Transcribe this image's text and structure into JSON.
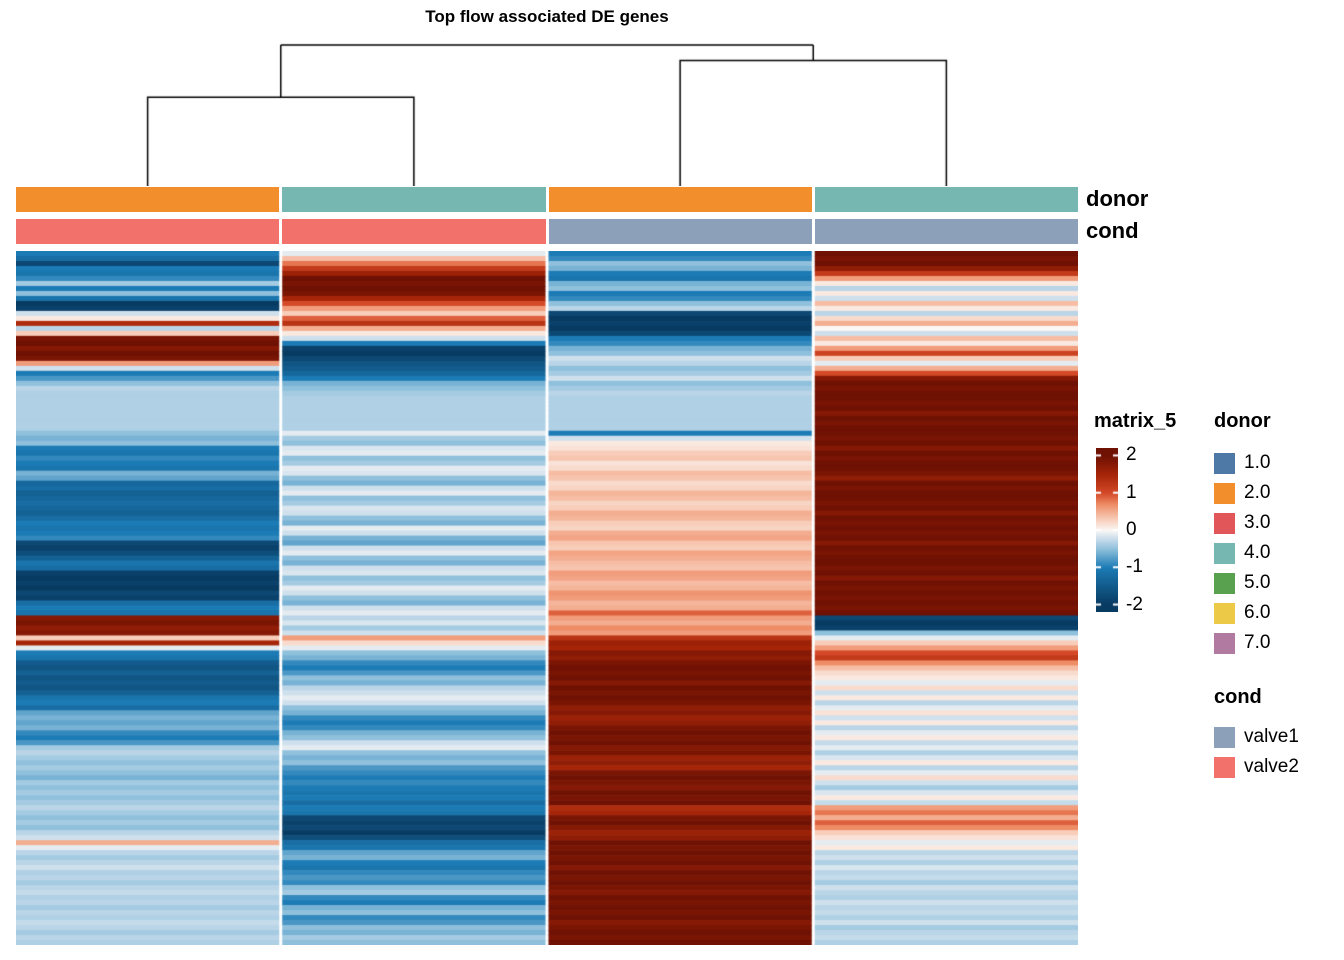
{
  "title": "Top flow associated DE genes",
  "row_annotation_labels": {
    "donor": "donor",
    "cond": "cond"
  },
  "legends": {
    "matrix": {
      "title": "matrix_5",
      "ticks": [
        "2",
        "1",
        "0",
        "-1",
        "-2"
      ]
    },
    "donor": {
      "title": "donor",
      "items": [
        {
          "label": "1.0",
          "color": "#4E79A7"
        },
        {
          "label": "2.0",
          "color": "#F28E2B"
        },
        {
          "label": "3.0",
          "color": "#E15759"
        },
        {
          "label": "4.0",
          "color": "#76B7B2"
        },
        {
          "label": "5.0",
          "color": "#59A14F"
        },
        {
          "label": "6.0",
          "color": "#EDC948"
        },
        {
          "label": "7.0",
          "color": "#B07AA1"
        }
      ]
    },
    "cond": {
      "title": "cond",
      "items": [
        {
          "label": "valve1",
          "color": "#8CA0BA"
        },
        {
          "label": "valve2",
          "color": "#F2716A"
        }
      ]
    }
  },
  "chart_data": {
    "type": "heatmap",
    "title": "Top flow associated DE genes",
    "value_name": "matrix_5",
    "value_range": [
      -2,
      2
    ],
    "n_rows": 139,
    "n_cols": 4,
    "legend_position": "right",
    "column_annotations": {
      "donor": [
        {
          "value": "2.0",
          "color": "#F28E2B"
        },
        {
          "value": "4.0",
          "color": "#76B7B2"
        },
        {
          "value": "2.0",
          "color": "#F28E2B"
        },
        {
          "value": "4.0",
          "color": "#76B7B2"
        }
      ],
      "cond": [
        {
          "value": "valve2",
          "color": "#F2716A"
        },
        {
          "value": "valve2",
          "color": "#F2716A"
        },
        {
          "value": "valve1",
          "color": "#8CA0BA"
        },
        {
          "value": "valve1",
          "color": "#8CA0BA"
        }
      ]
    },
    "dendrogram": {
      "left_pair_height": 0.63,
      "right_pair_height": 0.89,
      "root_height": 1.0
    },
    "color_scale": {
      "stops": [
        [
          -2,
          "#083B62"
        ],
        [
          -1,
          "#1C7BB5"
        ],
        [
          -0.5,
          "#8FC0DC"
        ],
        [
          -0.2,
          "#CFE0ED"
        ],
        [
          0,
          "#FAF7F5"
        ],
        [
          0.3,
          "#F8CDB9"
        ],
        [
          0.7,
          "#EE8C66"
        ],
        [
          1,
          "#D44A28"
        ],
        [
          1.5,
          "#A62508"
        ],
        [
          2,
          "#6F1103"
        ]
      ]
    },
    "values_by_column": [
      [
        -1,
        -1.2,
        -1.8,
        -1,
        -1.1,
        -0.9,
        -0.4,
        -1,
        -0.5,
        -1.1,
        -2,
        -1.9,
        -0.2,
        0.1,
        1.4,
        -0.3,
        0.3,
        1.9,
        2,
        1.8,
        2,
        1.9,
        0.6,
        -0.2,
        -1,
        -0.8,
        -0.5,
        -0.3,
        -0.35,
        -0.35,
        -0.35,
        -0.35,
        -0.35,
        -0.35,
        -0.35,
        -0.35,
        -0.5,
        -0.6,
        -0.5,
        -1,
        -1.1,
        -0.9,
        -1,
        -1.1,
        -0.6,
        -0.7,
        -1.3,
        -1.2,
        -1.4,
        -1.3,
        -1.2,
        -1.3,
        -1.4,
        -1.2,
        -1,
        -1.1,
        -1,
        -0.9,
        -1.8,
        -1.9,
        -1.7,
        -1.4,
        -1.1,
        -1.2,
        -1.9,
        -2,
        -1.9,
        -2,
        -1.8,
        -1.9,
        -1.2,
        -1,
        -1.1,
        1.8,
        1.9,
        1.7,
        1.8,
        0.3,
        1.5,
        -0.1,
        -1,
        -1.1,
        -1.5,
        -1.6,
        -1.4,
        -1.6,
        -1.5,
        -1.6,
        -1.4,
        -1.1,
        -1,
        -1.2,
        -0.7,
        -0.6,
        -0.7,
        -0.6,
        -0.9,
        -1,
        -0.8,
        -0.4,
        -0.3,
        -0.4,
        -0.5,
        -0.4,
        -0.5,
        -0.6,
        -0.4,
        -0.5,
        -0.4,
        -0.5,
        -0.4,
        -0.3,
        -0.4,
        -0.5,
        -0.4,
        -0.5,
        -0.3,
        -0.2,
        0.5,
        -0.1,
        -0.3,
        -0.4,
        -0.3,
        -0.2,
        -0.35,
        -0.3,
        -0.4,
        -0.3,
        -0.25,
        -0.35,
        -0.3,
        -0.4,
        -0.3,
        -0.35,
        -0.25,
        -0.3,
        -0.4,
        -0.3,
        -0.35
      ],
      [
        -0.1,
        0.4,
        0.8,
        1.2,
        1.6,
        2,
        1.9,
        2,
        1.9,
        1.5,
        1,
        0.6,
        0.3,
        0.9,
        1.3,
        0.5,
        0.1,
        -0.2,
        -1,
        -1.9,
        -2,
        -1.8,
        -1.6,
        -1.5,
        -1.3,
        -1,
        -0.6,
        -0.5,
        -0.4,
        -0.35,
        -0.35,
        -0.35,
        -0.35,
        -0.35,
        -0.35,
        -0.35,
        -0.1,
        -0.4,
        -0.5,
        -0.15,
        -0.1,
        -0.5,
        -0.4,
        -0.1,
        -0.15,
        -0.5,
        -0.6,
        -0.2,
        -0.1,
        -0.5,
        -0.4,
        -0.15,
        -0.2,
        -0.5,
        -0.6,
        -0.1,
        -0.2,
        -0.6,
        -0.7,
        -0.2,
        -0.1,
        -0.5,
        -0.6,
        -0.2,
        -0.15,
        -0.5,
        -0.4,
        -0.1,
        -0.2,
        -0.5,
        -0.6,
        -0.2,
        -0.1,
        -0.3,
        -0.15,
        -0.4,
        -0.2,
        0.6,
        0.2,
        -0.1,
        -0.5,
        -0.6,
        -0.9,
        -1,
        -0.8,
        -0.5,
        -0.6,
        -0.3,
        -0.2,
        -0.1,
        -0.2,
        -0.5,
        -0.6,
        -0.9,
        -1,
        -0.9,
        -0.6,
        -0.5,
        -0.2,
        -0.1,
        -0.5,
        -0.6,
        -0.5,
        -0.8,
        -0.9,
        -1,
        -0.9,
        -1,
        -1.1,
        -1,
        -1.2,
        -1,
        -1.1,
        -1.8,
        -1.9,
        -1.8,
        -2,
        -1.7,
        -1.2,
        -1.1,
        -0.7,
        -0.6,
        -1,
        -1.1,
        -0.9,
        -0.8,
        -0.9,
        -0.5,
        -0.4,
        -0.9,
        -1,
        -0.6,
        -0.5,
        -0.9,
        -0.8,
        -0.5,
        -0.6,
        -0.4,
        -0.5
      ],
      [
        -1,
        -0.9,
        -0.5,
        -0.6,
        -1,
        -1.1,
        -0.6,
        -0.5,
        -1,
        -0.9,
        -0.5,
        -0.3,
        -1.8,
        -2,
        -1.9,
        -2,
        -1.8,
        -1,
        -0.9,
        -0.6,
        -0.5,
        -0.2,
        -0.3,
        -0.5,
        -0.4,
        -0.2,
        -0.5,
        -0.4,
        -0.3,
        -0.35,
        -0.35,
        -0.35,
        -0.35,
        -0.35,
        -0.35,
        -0.35,
        -1,
        -0.2,
        0.1,
        0.15,
        0.3,
        0.35,
        0.15,
        0.2,
        0.4,
        0.35,
        0.2,
        0.25,
        0.45,
        0.4,
        0.25,
        0.3,
        0.5,
        0.45,
        0.3,
        0.25,
        0.5,
        0.55,
        0.35,
        0.3,
        0.55,
        0.5,
        0.4,
        0.35,
        0.6,
        0.55,
        0.4,
        0.45,
        0.65,
        0.6,
        0.45,
        0.5,
        0.9,
        0.6,
        0.5,
        0.7,
        0.6,
        1.3,
        1.6,
        1.5,
        1.8,
        1.7,
        1.9,
        2,
        1.9,
        2,
        1.8,
        2,
        1.9,
        2,
        1.9,
        1.7,
        1.8,
        1.6,
        1.7,
        1.9,
        2,
        1.9,
        2,
        1.8,
        1.9,
        1.6,
        1.7,
        1.5,
        1.9,
        2,
        1.9,
        1.8,
        2,
        1.9,
        2,
        1.4,
        1.5,
        1.9,
        2,
        1.8,
        1.6,
        1.7,
        2,
        1.9,
        2,
        1.9,
        2,
        1.8,
        2,
        1.9,
        2,
        1.9,
        1.8,
        2,
        1.9,
        2,
        1.9,
        2,
        1.8,
        1.9,
        2,
        1.9,
        2
      ],
      [
        2,
        1.9,
        2,
        1.7,
        1.2,
        0.6,
        0.1,
        -0.3,
        0.1,
        -0.2,
        0.4,
        0.1,
        -0.3,
        0.2,
        0.5,
        0,
        -0.2,
        0.4,
        0.1,
        0.6,
        1.1,
        0.3,
        -0.1,
        0.5,
        1,
        1.8,
        2,
        1.9,
        2,
        2,
        1.9,
        2,
        1.8,
        2,
        1.9,
        2,
        2,
        1.9,
        2,
        1.8,
        2,
        1.9,
        2,
        2,
        1.9,
        1.7,
        2,
        1.9,
        2,
        2,
        1.9,
        2,
        1.8,
        2,
        1.9,
        2,
        1.9,
        2,
        1.8,
        2,
        1.9,
        2,
        2,
        1.9,
        2,
        1.8,
        2,
        1.9,
        2,
        1.9,
        2,
        1.9,
        2,
        -1.8,
        -2,
        -1.9,
        -0.5,
        -0.1,
        0.3,
        0.6,
        1,
        1.2,
        0.7,
        0.4,
        0.2,
        0.1,
        -0.1,
        0.2,
        -0.2,
        0.1,
        -0.3,
        -0.1,
        0.15,
        -0.2,
        0.1,
        -0.3,
        -0.1,
        0.1,
        -0.25,
        -0.1,
        -0.35,
        -0.15,
        0.1,
        -0.3,
        -0.1,
        0.2,
        -0.2,
        -0.4,
        -0.15,
        0.1,
        -0.25,
        0.6,
        0.8,
        0.5,
        0.9,
        0.7,
        0.3,
        0.15,
        -0.1,
        0.1,
        -0.3,
        -0.2,
        -0.35,
        -0.15,
        -0.3,
        -0.25,
        -0.4,
        -0.2,
        -0.3,
        -0.35,
        -0.2,
        -0.3,
        -0.25,
        -0.35,
        -0.2,
        -0.4,
        -0.3,
        -0.25,
        -0.35
      ]
    ]
  }
}
